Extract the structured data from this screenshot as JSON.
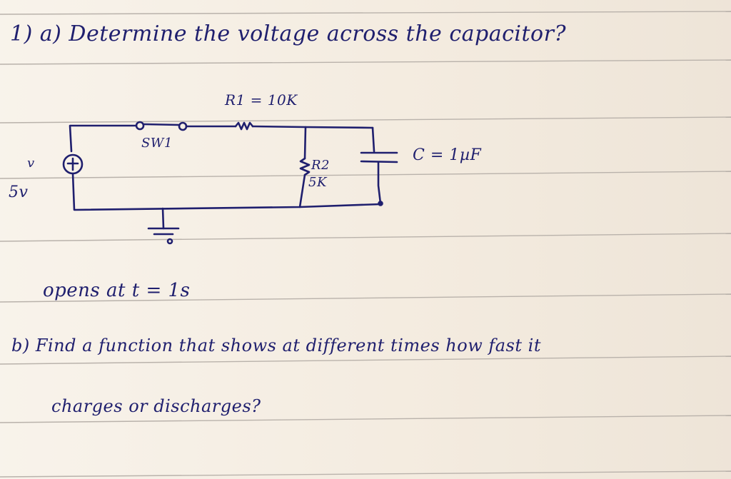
{
  "question_a": {
    "number": "1)",
    "text": "a) Determine the voltage across the capacitor?"
  },
  "circuit": {
    "r1_label": "R1 = 10K",
    "switch_label": "SW1",
    "r2_name": "R2",
    "r2_value": "5K",
    "capacitor_label": "C = 1µF",
    "source_symbol": "v",
    "source_value": "5v"
  },
  "switch_note": "opens at t = 1s",
  "question_b": {
    "line1": "b) Find a function that shows at different times how fast it",
    "line2": "charges or discharges?"
  },
  "colors": {
    "ink": "#1f1f6e",
    "paper": "#f6efe4",
    "rule": "#b9b2ab"
  }
}
